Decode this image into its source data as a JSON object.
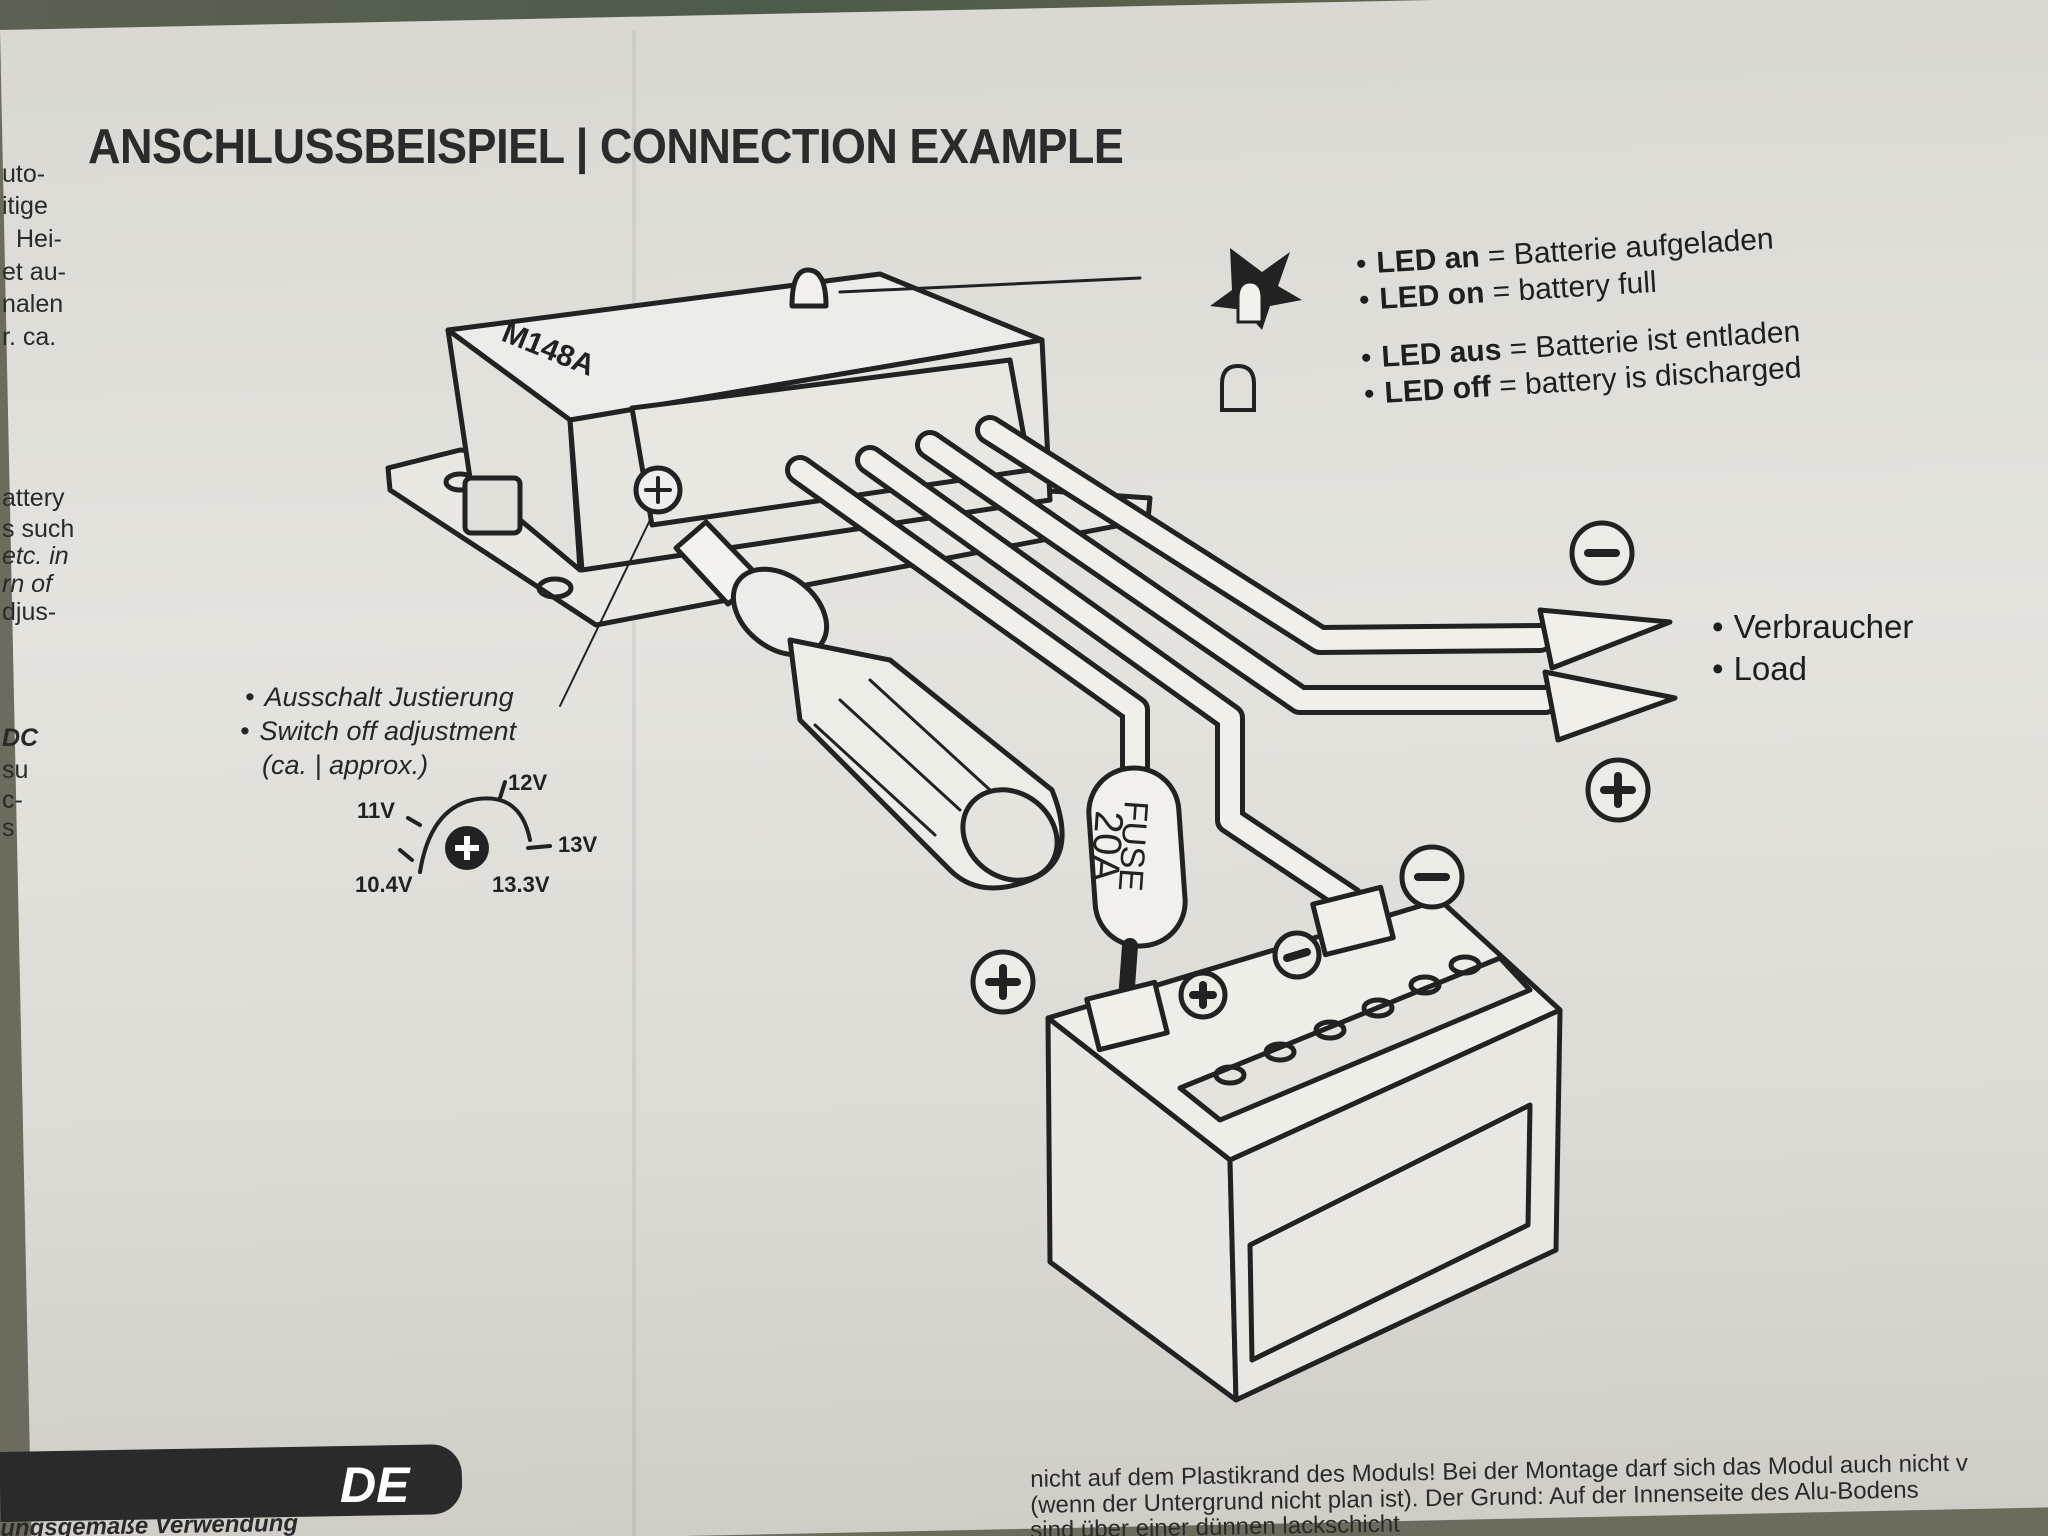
{
  "title": "ANSCHLUSSBEISPIEL | CONNECTION EXAMPLE",
  "module_label": "M148A",
  "led": {
    "on_de_key": "LED an",
    "on_de_val": "= Batterie aufgeladen",
    "on_en_key": "LED on",
    "on_en_val": "= battery full",
    "off_de_key": "LED aus",
    "off_de_val": "= Batterie ist entladen",
    "off_en_key": "LED off",
    "off_en_val": "= battery is discharged"
  },
  "load": {
    "de": "Verbraucher",
    "en": "Load"
  },
  "adjustment": {
    "de": "Ausschalt Justierung",
    "en": "Switch off adjustment",
    "approx": "(ca. | approx.)"
  },
  "dial": {
    "v1": "10.4V",
    "v2": "11V",
    "v3": "12V",
    "v4": "13V",
    "v5": "13.3V"
  },
  "fuse": {
    "line1": "FUSE",
    "line2": "20A"
  },
  "bullet": "•",
  "language_badge": "DE",
  "left_margin_text": [
    "uto-",
    "itige",
    "Hei-",
    "et au-",
    "nalen",
    "r. ca.",
    "attery",
    "s such",
    "etc. in",
    "rn of",
    "djus-",
    "DC",
    "su",
    "c-",
    "s"
  ],
  "bottom_text": [
    "nicht auf dem Plastikrand des Moduls! Bei der Montage darf sich das Modul auch nicht v",
    "(wenn der Untergrund nicht plan ist). Der Grund: Auf der Innenseite des Alu-Bodens",
    "sind über einer dünnen lackschicht"
  ],
  "bottom_left_text": "ungsgemäße Verwendung"
}
